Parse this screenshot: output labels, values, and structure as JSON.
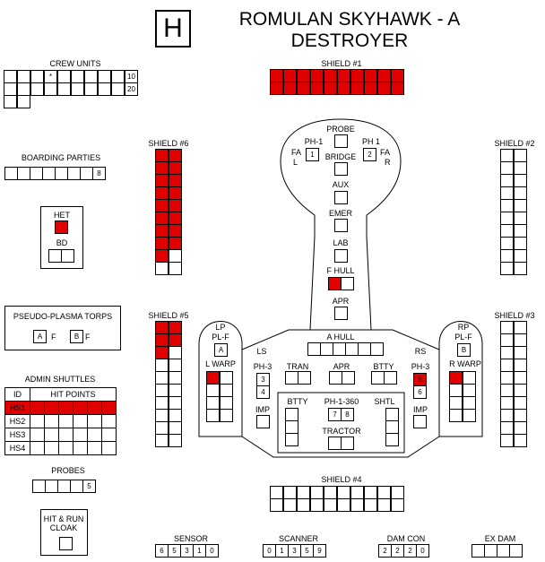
{
  "header": {
    "h_symbol": "H",
    "title_line1": "ROMULAN SKYHAWK - A",
    "title_line2": "DESTROYER"
  },
  "crew_units": {
    "label": "CREW UNITS",
    "marker": "*",
    "row1_end": "10",
    "row2_end": "20"
  },
  "boarding_parties": {
    "label": "BOARDING PARTIES",
    "end": "8"
  },
  "het_bd": {
    "het": "HET",
    "bd": "BD"
  },
  "plasma_torps": {
    "label": "PSEUDO-PLASMA TORPS",
    "a": "A",
    "f1": "F",
    "b": "B",
    "f2": "F"
  },
  "admin_shuttles": {
    "label": "ADMIN SHUTTLES",
    "col_id": "ID",
    "col_hp": "HIT POINTS",
    "rows": [
      "HS1",
      "HS2",
      "HS3",
      "HS4"
    ]
  },
  "probes": {
    "label": "PROBES",
    "end": "5"
  },
  "hit_run": {
    "line1": "HIT & RUN",
    "line2": "CLOAK"
  },
  "shields": {
    "s1": "SHIELD #1",
    "s2": "SHIELD #2",
    "s3": "SHIELD #3",
    "s4": "SHIELD #4",
    "s5": "SHIELD #5",
    "s6": "SHIELD #6"
  },
  "ship": {
    "probe": "PROBE",
    "ph1_left": "PH-1",
    "ph1_right": "PH 1",
    "fa_l1": "FA",
    "fa_l2": "L",
    "fa_r1": "FA",
    "fa_r2": "R",
    "box1": "1",
    "box2": "2",
    "bridge": "BRIDGE",
    "aux": "AUX",
    "emer": "EMER",
    "lab": "LAB",
    "fhull": "F HULL",
    "apr_top": "APR",
    "lp": "LP",
    "lp_plf": "PL-F",
    "lp_a": "A",
    "lwarp": "L WARP",
    "rp": "RP",
    "rp_plf": "PL-F",
    "rp_b": "B",
    "rwarp": "R WARP",
    "ls": "LS",
    "rs": "RS",
    "ahull": "A HULL",
    "ph3_left": "PH-3",
    "ph3_l_3": "3",
    "ph3_l_4": "4",
    "ph3_right": "PH-3",
    "ph3_r_5": "5",
    "ph3_r_6": "6",
    "tran": "TRAN",
    "apr": "APR",
    "btty_top": "BTTY",
    "imp_l": "IMP",
    "imp_r": "IMP",
    "btty": "BTTY",
    "ph1_360": "PH-1-360",
    "b7": "7",
    "b8": "8",
    "shtl": "SHTL",
    "tractor": "TRACTOR"
  },
  "tracks": {
    "sensor": {
      "label": "SENSOR",
      "values": [
        "6",
        "5",
        "3",
        "1",
        "0"
      ]
    },
    "scanner": {
      "label": "SCANNER",
      "values": [
        "0",
        "1",
        "3",
        "5",
        "9"
      ]
    },
    "damcon": {
      "label": "DAM CON",
      "values": [
        "2",
        "2",
        "2",
        "0"
      ]
    },
    "exdam": {
      "label": "EX DAM"
    }
  },
  "colors": {
    "damage": "#e00000",
    "line": "#000000"
  }
}
